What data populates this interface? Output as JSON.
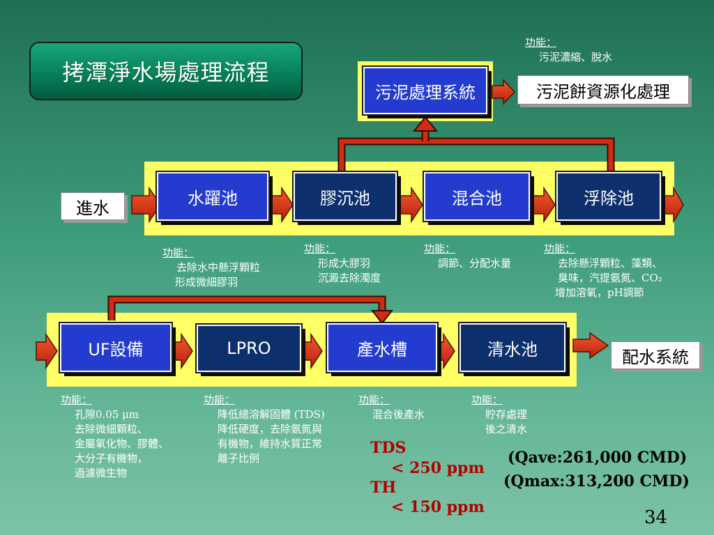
{
  "title": "拷潭淨水場處理流程",
  "sludge": {
    "system": "污泥處理系統",
    "output": "污泥餅資源化處理",
    "function_head": "功能：",
    "function_body": "污泥濃縮、脫水"
  },
  "row1": {
    "inlet": "進水",
    "units": [
      "水躍池",
      "膠沉池",
      "混合池",
      "浮除池"
    ],
    "notes": [
      {
        "head": "功能：",
        "lines": [
          "去除水中懸浮顆粒",
          "形成微細膠羽"
        ]
      },
      {
        "head": "功能：",
        "lines": [
          "形成大膠羽",
          "沉澱去除濁度"
        ]
      },
      {
        "head": "功能：",
        "lines": [
          "調節、分配水量"
        ]
      },
      {
        "head": "功能：",
        "lines": [
          "去除懸浮顆粒、藻類、",
          "臭味，汽提氨氮、CO₂",
          "增加溶氧，pH調節"
        ]
      }
    ]
  },
  "row2": {
    "units": [
      "UF設備",
      "LPRO",
      "產水槽",
      "清水池"
    ],
    "outlet": "配水系統",
    "notes": [
      {
        "head": "功能：",
        "lines": [
          "孔隙0.05 μm",
          "去除微細顆粒、",
          "金屬氧化物、膠體、",
          "大分子有機物，",
          "過濾微生物"
        ]
      },
      {
        "head": "功能：",
        "lines": [
          "降低總溶解固體 (TDS)",
          "降低硬度，去除氨氮與",
          "有機物，維持水質正常",
          "離子比例"
        ]
      },
      {
        "head": "功能：",
        "lines": [
          "混合後產水"
        ]
      },
      {
        "head": "功能：",
        "lines": [
          "貯存處理",
          "後之清水"
        ]
      }
    ]
  },
  "quality": {
    "tds_label": "TDS",
    "tds_value": "< 250 ppm",
    "th_label": "TH",
    "th_value": "< 150 ppm"
  },
  "flow": {
    "qave": "(Qave:261,000 CMD)",
    "qmax": "(Qmax:313,200 CMD)"
  },
  "page_number": "34",
  "colors": {
    "arrow_red": "#d42a10",
    "band_yellow": "#ffff66",
    "box_blue": "#1a2fb0",
    "box_navy": "#0d2f6c",
    "quality_red": "#b00000"
  }
}
